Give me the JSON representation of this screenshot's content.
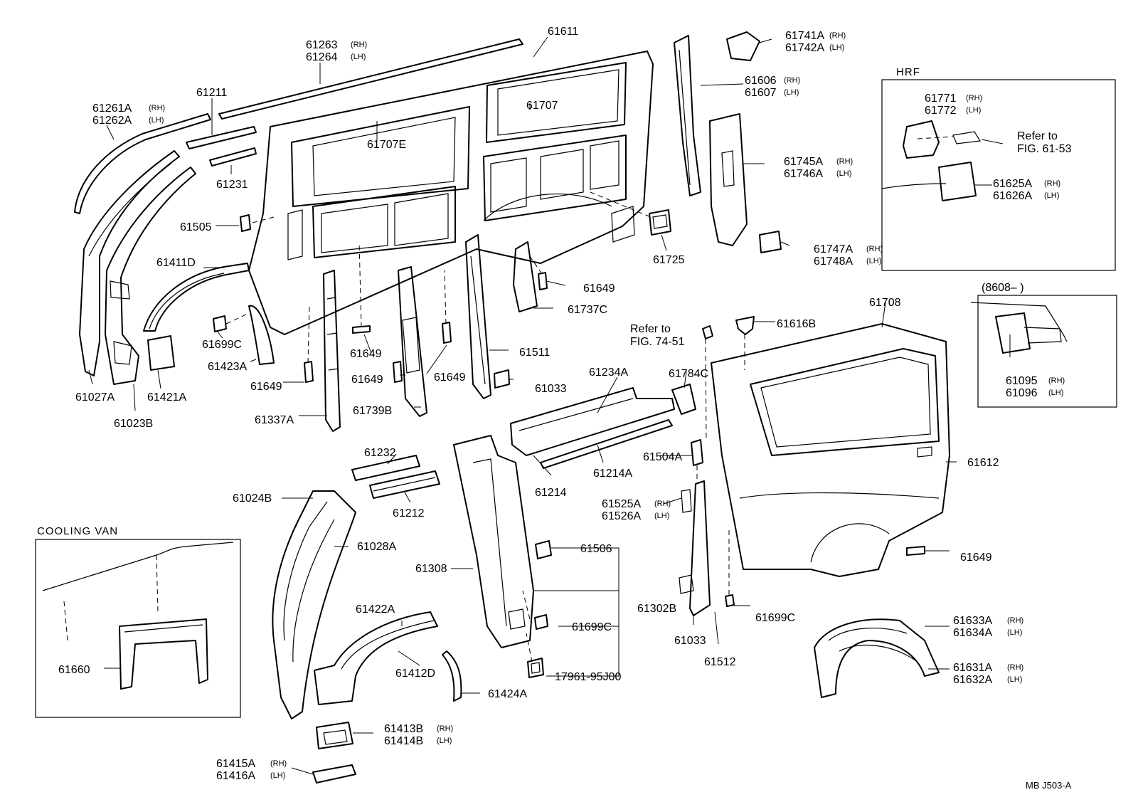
{
  "labels": {
    "l61611": "61611",
    "l61263": "61263",
    "l61264": "61264",
    "l61261A": "61261A",
    "l61262A": "61262A",
    "l61211": "61211",
    "l61231": "61231",
    "l61707": "61707",
    "l61707E": "61707E",
    "l61505": "61505",
    "l61411D": "61411D",
    "l61699C_a": "61699C",
    "l61423A": "61423A",
    "l61649_a": "61649",
    "l61649_b": "61649",
    "l61649_c": "61649",
    "l61649_d": "61649",
    "l61649_e": "61649",
    "l61649_f": "61649",
    "l61027A": "61027A",
    "l61421A": "61421A",
    "l61023B": "61023B",
    "l61337A": "61337A",
    "l61739B": "61739B",
    "l61511": "61511",
    "l61033_a": "61033",
    "l61737C": "61737C",
    "l61725": "61725",
    "l61741A": "61741A",
    "l61742A": "61742A",
    "l61606": "61606",
    "l61607": "61607",
    "l61745A": "61745A",
    "l61746A": "61746A",
    "l61747A": "61747A",
    "l61748A": "61748A",
    "l61771": "61771",
    "l61772": "61772",
    "l61625A": "61625A",
    "l61626A": "61626A",
    "l61708": "61708",
    "l61616B": "61616B",
    "l61784C": "61784C",
    "l61234A": "61234A",
    "l61214": "61214",
    "l61214A": "61214A",
    "l61504A": "61504A",
    "l61612": "61612",
    "l61525A": "61525A",
    "l61526A": "61526A",
    "l61095": "61095",
    "l61096": "61096",
    "l61232": "61232",
    "l61212": "61212",
    "l61024B": "61024B",
    "l61028A": "61028A",
    "l61308": "61308",
    "l61506": "61506",
    "l61302B": "61302B",
    "l61699C_b": "61699C",
    "l61699C_c": "61699C",
    "l17961": "17961-95J00",
    "l61422A": "61422A",
    "l61412D": "61412D",
    "l61424A": "61424A",
    "l61413B": "61413B",
    "l61414B": "61414B",
    "l61415A": "61415A",
    "l61416A": "61416A",
    "l61660": "61660",
    "l61033_b": "61033",
    "l61512": "61512",
    "l61633A": "61633A",
    "l61634A": "61634A",
    "l61631A": "61631A",
    "l61632A": "61632A"
  },
  "tags": {
    "rh": "(RH)",
    "lh": "(LH)"
  },
  "refer": {
    "refer_to": "Refer to",
    "fig_74_51": "FIG. 74-51",
    "fig_61_53": "FIG. 61-53"
  },
  "insets": {
    "hrf_title": "HRF",
    "cooling_title": "COOLING  VAN",
    "date_range": "(8608–          )"
  },
  "footer": {
    "code": "MB  J503-A"
  }
}
